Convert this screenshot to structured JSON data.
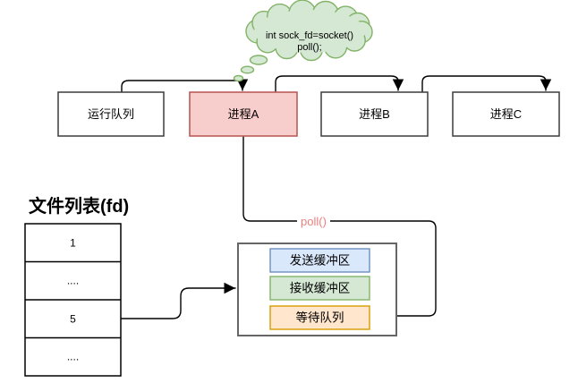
{
  "bubble": {
    "line1": "int sock_fd=socket()",
    "line2": "poll();"
  },
  "process_row": {
    "run_queue": "运行队列",
    "process_a": "进程A",
    "process_b": "进程B",
    "process_c": "进程C"
  },
  "fd_list": {
    "title": "文件列表(fd)",
    "rows": [
      "1",
      "....",
      "5",
      "...."
    ]
  },
  "socket_box": {
    "send_buffer": "发送缓冲区",
    "recv_buffer": "接收缓冲区",
    "wait_queue": "等待队列"
  },
  "poll_label": "poll()",
  "colors": {
    "process_a_fill": "#f8cecc",
    "process_a_stroke": "#b85450",
    "cloud_fill": "#d5e8d4",
    "cloud_stroke": "#82b366",
    "send_buffer_fill": "#dae8fc",
    "send_buffer_stroke": "#6c8ebf",
    "recv_buffer_fill": "#d5e8d4",
    "recv_buffer_stroke": "#82b366",
    "wait_queue_fill": "#ffe6cc",
    "wait_queue_stroke": "#d79b00",
    "socket_container_stroke": "#666666",
    "poll_text": "#ee7e7e",
    "line": "#000000"
  }
}
